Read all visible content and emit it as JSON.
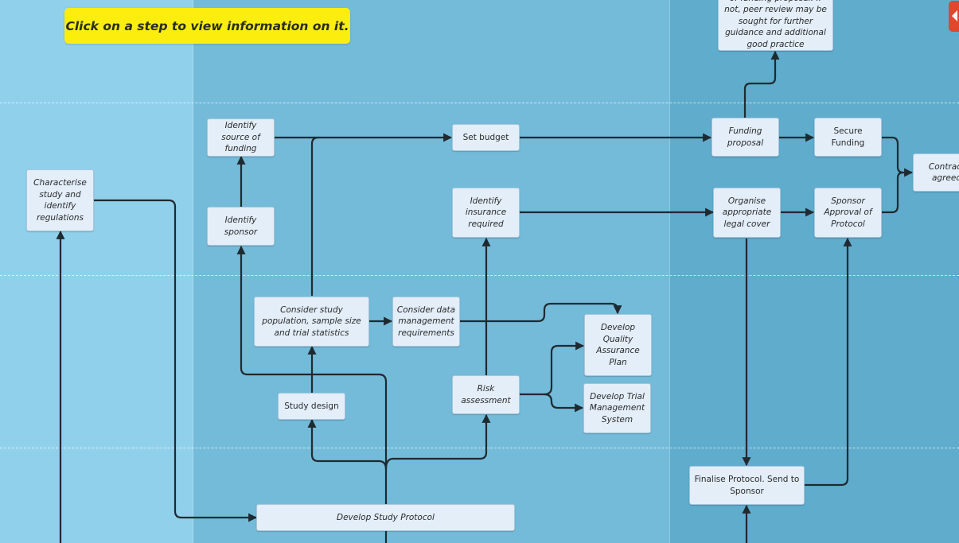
{
  "banner": {
    "text": "Click on a step to view information on it."
  },
  "colors": {
    "lane_1": "#90d0eb",
    "lane_2": "#74bbd9",
    "lane_3": "#5faccc",
    "banner": "#fbee0f",
    "node_fill": "#e3eef9",
    "connector": "#1f2a30",
    "side_tab": "#e0472b"
  },
  "side_tab": {
    "icon": "chevron-left-icon"
  },
  "nodes": {
    "peer_review": "of funding proposal. If not, peer review may be sought for further guidance and additional good practice",
    "identify_funding": "Identify source of funding",
    "set_budget": "Set budget",
    "funding_proposal": "Funding proposal",
    "secure_funding": "Secure Funding",
    "contract_agreed": "Contract agreed",
    "characterise_study": "Characterise study and identify regulations",
    "identify_sponsor": "Identify sponsor",
    "identify_insurance": "Identify insurance required",
    "organise_legal": "Organise appropriate legal cover",
    "sponsor_approval": "Sponsor Approval of Protocol",
    "study_population": "Consider study population, sample size and trial statistics",
    "data_management": "Consider data management requirements",
    "quality_assurance": "Develop Quality Assurance Plan",
    "trial_management": "Develop Trial Management System",
    "risk_assessment": "Risk assessment",
    "study_design": "Study design",
    "develop_protocol": "Develop Study Protocol",
    "finalise_protocol": "Finalise Protocol. Send to Sponsor"
  }
}
